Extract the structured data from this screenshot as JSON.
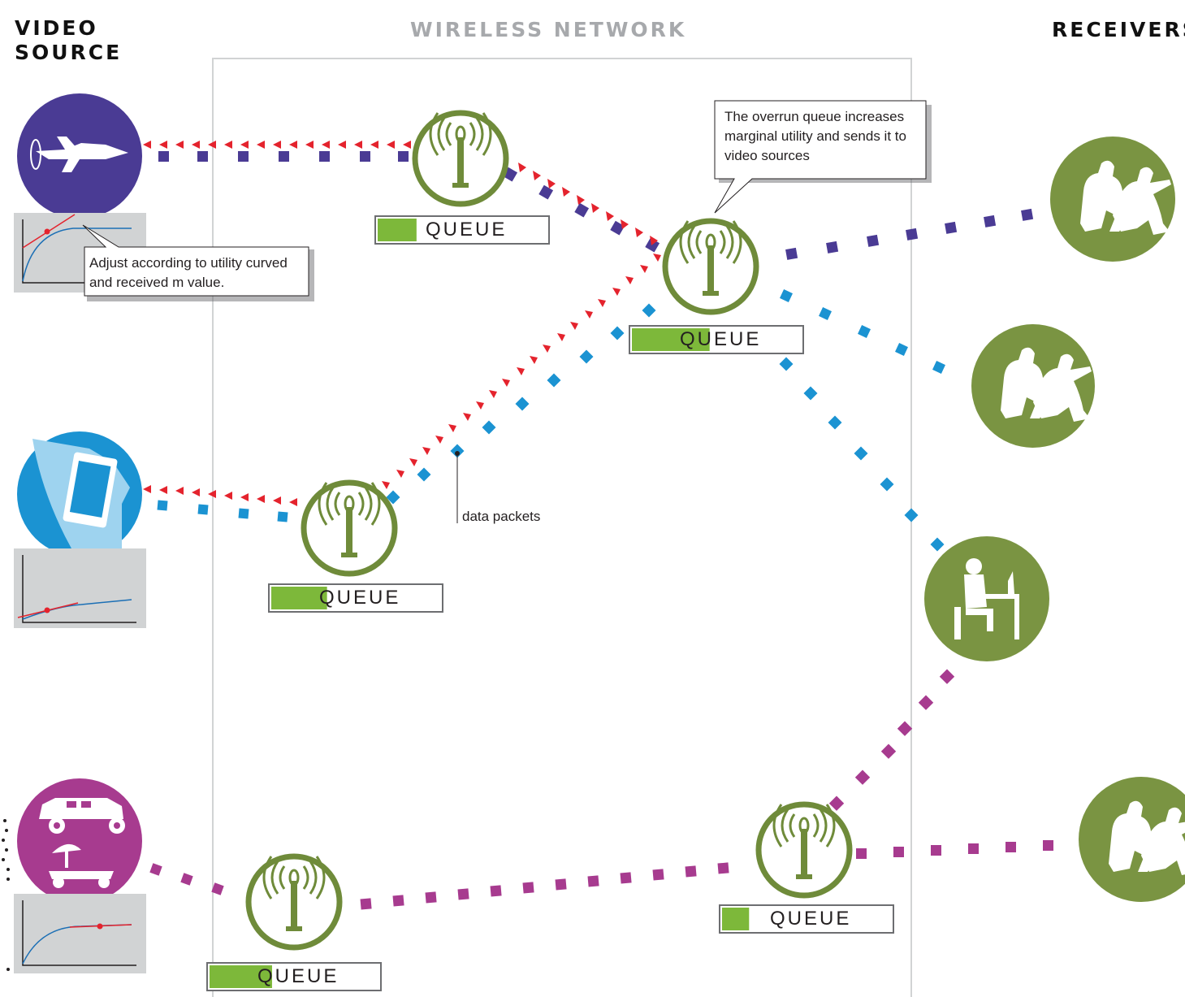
{
  "headers": {
    "video_source": "VIDEO SOURCE",
    "wireless_network": "WIRELESS NETWORK",
    "receivers": "RECEIVERS"
  },
  "callouts": {
    "adjust": "Adjust according to utility curved and received m value.",
    "overrun": "The overrun queue increases marginal utility and sends it to video sources"
  },
  "data_packets_label": "data packets",
  "queues": [
    {
      "label": "QUEUE",
      "fill": 0.23
    },
    {
      "label": "QUEUE",
      "fill": 0.46
    },
    {
      "label": "QUEUE",
      "fill": 0.33
    },
    {
      "label": "QUEUE",
      "fill": 0.16
    },
    {
      "label": "QUEUE",
      "fill": 0.37
    }
  ],
  "sources": [
    {
      "name": "uav-drone",
      "color": "#4a3b94",
      "icon": "drone-icon"
    },
    {
      "name": "handheld-phone",
      "color": "#1b93d2",
      "icon": "phone-icon"
    },
    {
      "name": "ground-vehicles",
      "color": "#a73b8f",
      "icon": "vehicle-icon"
    }
  ],
  "receivers": [
    {
      "name": "soldiers-1",
      "icon": "soldiers-icon"
    },
    {
      "name": "soldiers-2",
      "icon": "soldiers-icon"
    },
    {
      "name": "operator-desk",
      "icon": "operator-icon"
    },
    {
      "name": "soldiers-3",
      "icon": "soldiers-icon"
    }
  ],
  "colors": {
    "node_green": "#6f8b3a",
    "queue_fill": "#7db83a",
    "red_signal": "#e4232d",
    "drone_stream": "#4a3b94",
    "phone_stream": "#1b93d2",
    "vehicle_stream": "#a73b8f",
    "network_border": "#d1d3d4"
  }
}
